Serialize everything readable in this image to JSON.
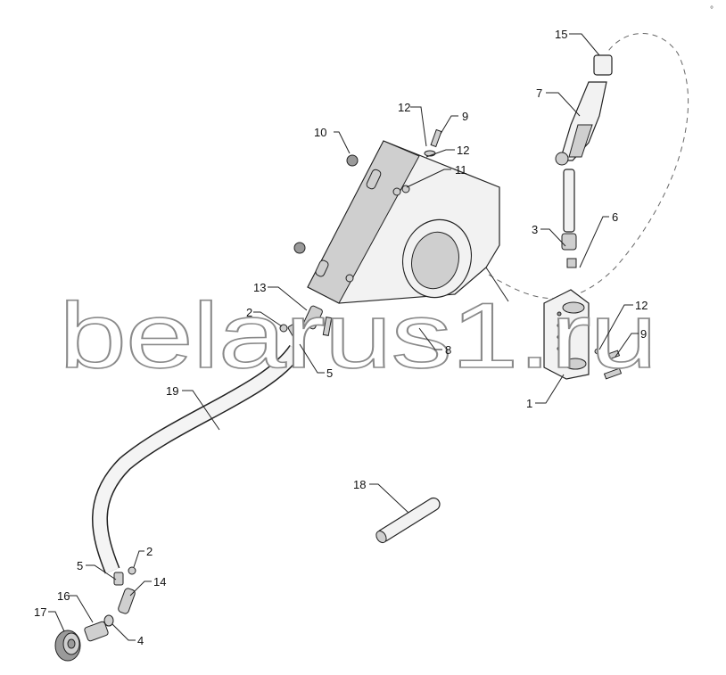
{
  "watermark": "belarus1.ru",
  "corner_mark": "°",
  "callouts": [
    {
      "id": "c15",
      "text": "15"
    },
    {
      "id": "c7",
      "text": "7"
    },
    {
      "id": "c12a",
      "text": "12"
    },
    {
      "id": "c9a",
      "text": "9"
    },
    {
      "id": "c10",
      "text": "10"
    },
    {
      "id": "c12b",
      "text": "12"
    },
    {
      "id": "c11",
      "text": "11"
    },
    {
      "id": "c3",
      "text": "3"
    },
    {
      "id": "c6",
      "text": "6"
    },
    {
      "id": "c13",
      "text": "13"
    },
    {
      "id": "c2a",
      "text": "2"
    },
    {
      "id": "c8",
      "text": "8"
    },
    {
      "id": "c5a",
      "text": "5"
    },
    {
      "id": "c12c",
      "text": "12"
    },
    {
      "id": "c9b",
      "text": "9"
    },
    {
      "id": "c1",
      "text": "1"
    },
    {
      "id": "c19",
      "text": "19"
    },
    {
      "id": "c18",
      "text": "18"
    },
    {
      "id": "c2b",
      "text": "2"
    },
    {
      "id": "c5b",
      "text": "5"
    },
    {
      "id": "c14",
      "text": "14"
    },
    {
      "id": "c16",
      "text": "16"
    },
    {
      "id": "c17",
      "text": "17"
    },
    {
      "id": "c4",
      "text": "4"
    }
  ]
}
